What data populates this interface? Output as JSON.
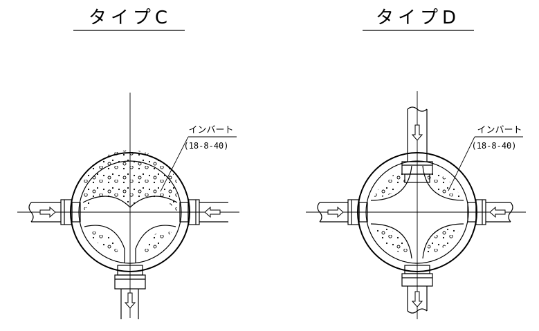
{
  "diagrams": [
    {
      "title": "タイプC",
      "invert_label": "インバート",
      "invert_code": "(18-8-40)",
      "icons": [
        "arrow-right-icon",
        "arrow-left-icon",
        "arrow-down-icon"
      ]
    },
    {
      "title": "タイプD",
      "invert_label": "インバート",
      "invert_code": "(18-8-40)",
      "icons": [
        "arrow-down-icon",
        "arrow-right-icon",
        "arrow-left-icon",
        "arrow-down-icon"
      ]
    }
  ]
}
